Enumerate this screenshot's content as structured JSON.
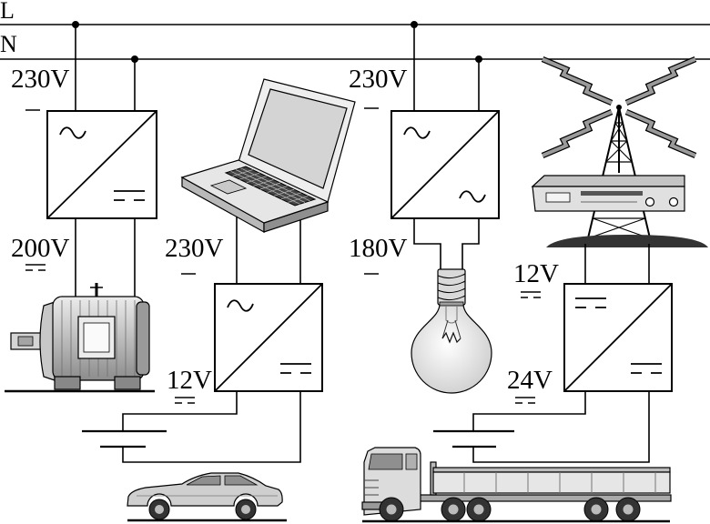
{
  "supply": {
    "live_label": "L",
    "neutral_label": "N"
  },
  "converters": [
    {
      "input_label": "230V",
      "output_label": "200V"
    },
    {
      "input_label": "230V",
      "output_label": "12V"
    },
    {
      "input_label": "230V",
      "output_label": "180V"
    },
    {
      "input_label": "12V",
      "output_label": "24V"
    }
  ]
}
